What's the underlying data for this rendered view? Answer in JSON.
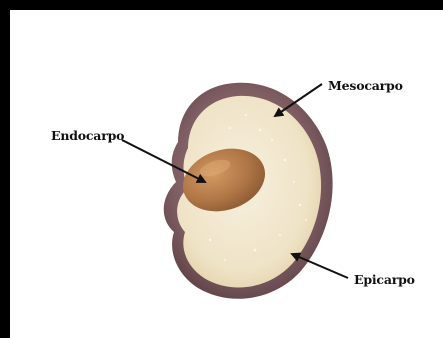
{
  "labels": {
    "mesocarpo": "Mesocarpo",
    "endocarpo": "Endocarpo",
    "epicarpo": "Epicarpo"
  },
  "colors": {
    "frame": "#000000",
    "background": "#ffffff",
    "epicarp": "#7a5a5e",
    "mesocarp": "#f1e7cf",
    "seed": "#b27a4a",
    "arrow": "#111111"
  }
}
